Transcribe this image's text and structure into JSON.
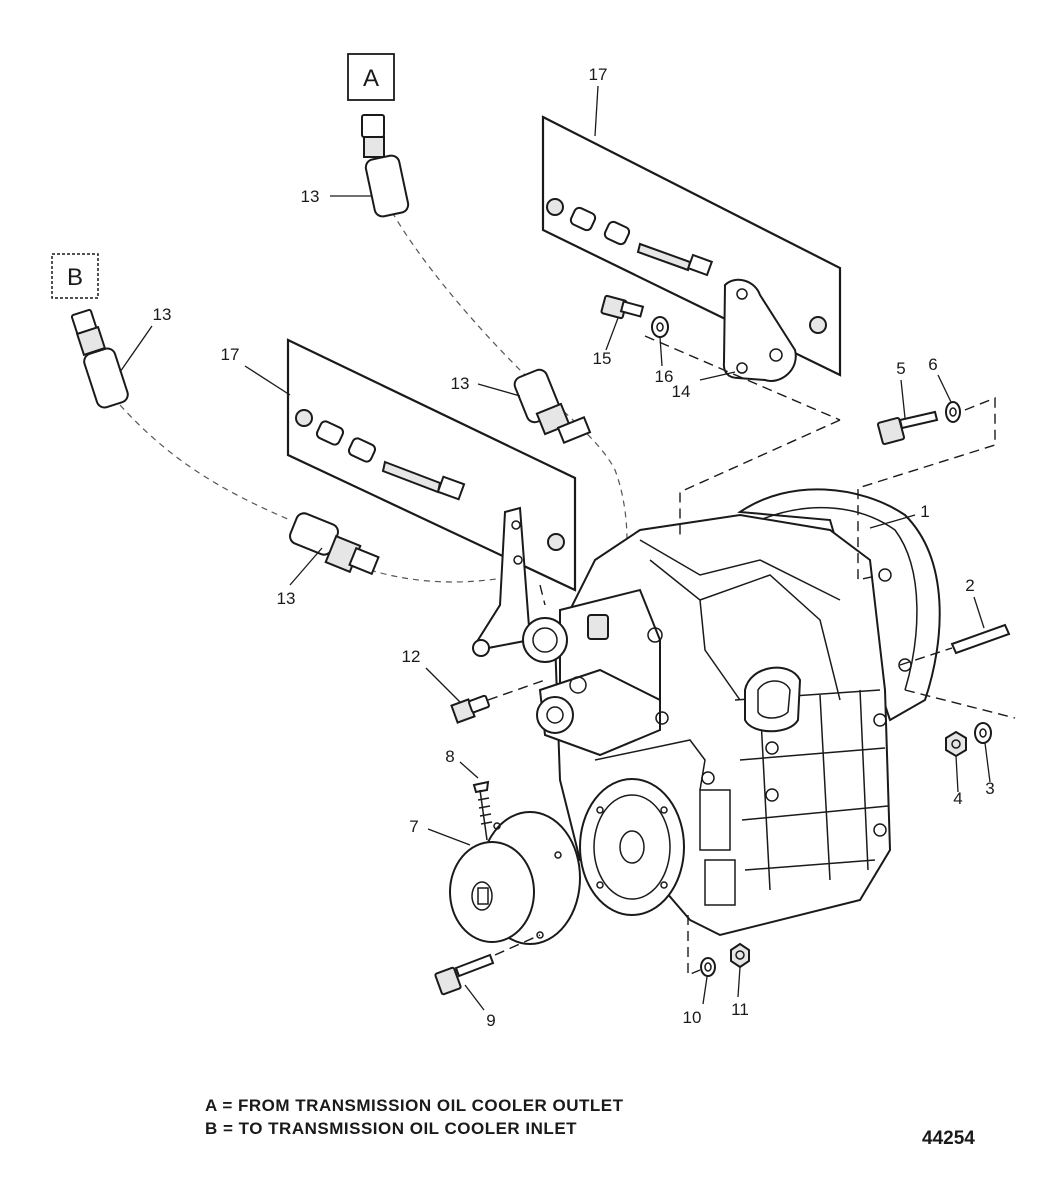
{
  "callouts": {
    "box_a": "A",
    "box_b": "B",
    "c1": "1",
    "c2": "2",
    "c3": "3",
    "c4": "4",
    "c5": "5",
    "c6": "6",
    "c7": "7",
    "c8": "8",
    "c9": "9",
    "c10": "10",
    "c11": "11",
    "c12": "12",
    "c13": "13",
    "c14": "14",
    "c15": "15",
    "c16": "16",
    "c17": "17"
  },
  "legend": {
    "line_a": "A = FROM TRANSMISSION OIL COOLER OUTLET",
    "line_b": "B = TO TRANSMISSION OIL COOLER INLET"
  },
  "figure_number": "44254"
}
